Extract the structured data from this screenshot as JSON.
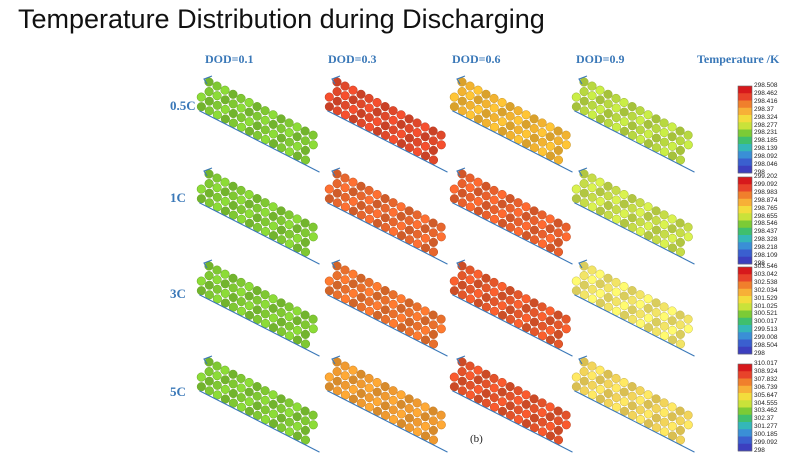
{
  "title": "Temperature Distribution during Discharging",
  "columns": [
    "DOD=0.1",
    "DOD=0.3",
    "DOD=0.6",
    "DOD=0.9"
  ],
  "legend_title": "Temperature /K",
  "caption": "(b)",
  "rows": [
    {
      "label": "0.5C",
      "cell_colors": [
        "#7fc832",
        "#e0482a",
        "#f2b330",
        "#b8d840"
      ],
      "legend": [
        "298.508",
        "298.462",
        "298.416",
        "298.37",
        "298.324",
        "298.277",
        "298.231",
        "298.185",
        "298.139",
        "298.092",
        "298.046",
        "298"
      ]
    },
    {
      "label": "1C",
      "cell_colors": [
        "#7fc832",
        "#e7662d",
        "#e9602c",
        "#c6dc48"
      ],
      "legend": [
        "299.202",
        "299.092",
        "298.983",
        "298.874",
        "298.765",
        "298.655",
        "298.546",
        "298.437",
        "298.328",
        "298.218",
        "298.109",
        "298"
      ]
    },
    {
      "label": "3C",
      "cell_colors": [
        "#7fc832",
        "#e9702c",
        "#e4572a",
        "#f2e466"
      ],
      "legend": [
        "303.546",
        "303.042",
        "302.538",
        "302.034",
        "301.529",
        "301.025",
        "300.521",
        "300.017",
        "299.513",
        "299.008",
        "298.504",
        "298"
      ]
    },
    {
      "label": "5C",
      "cell_colors": [
        "#7fc832",
        "#f09a30",
        "#e3522a",
        "#f2d45a"
      ],
      "legend": [
        "310.017",
        "308.924",
        "307.832",
        "306.739",
        "305.647",
        "304.555",
        "303.462",
        "302.37",
        "301.277",
        "300.185",
        "299.092",
        "298"
      ]
    }
  ],
  "colors": {
    "legend_scale": [
      "#d7191c",
      "#e8432a",
      "#f07f2c",
      "#f7b037",
      "#f3dc3c",
      "#c9e23a",
      "#7ccb36",
      "#3fbf6e",
      "#34b7b9",
      "#3a8fd6",
      "#3a5fcf",
      "#3c3fbf"
    ],
    "axis_line": "#3a78b8"
  }
}
